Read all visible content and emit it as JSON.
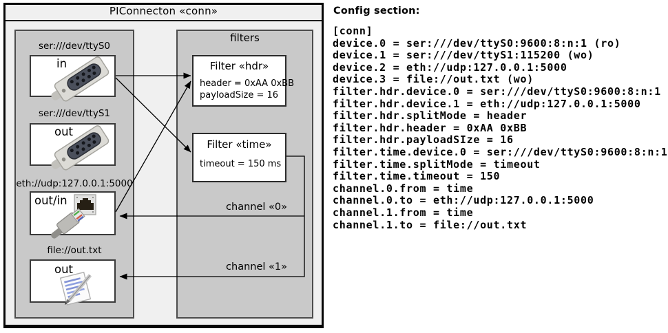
{
  "diagram": {
    "title": "PIConnecton «conn»",
    "filters_label": "filters",
    "devices": [
      {
        "label": "ser:///dev/ttyS0",
        "direction": "in",
        "icon": "serial-port-icon"
      },
      {
        "label": "ser:///dev/ttyS1",
        "direction": "out",
        "icon": "serial-port-icon"
      },
      {
        "label": "eth://udp:127.0.0.1:5000",
        "direction": "out/in",
        "icon": "ethernet-icon"
      },
      {
        "label": "file://out.txt",
        "direction": "out",
        "icon": "text-file-icon"
      }
    ],
    "filters": [
      {
        "title": "Filter «hdr»",
        "attrs": [
          "header = 0xAA 0xBB",
          "payloadSize = 16"
        ]
      },
      {
        "title": "Filter «time»",
        "attrs": [
          "timeout = 150 ms"
        ]
      }
    ],
    "channels": [
      {
        "label": "channel «0»"
      },
      {
        "label": "channel «1»"
      }
    ]
  },
  "config": {
    "title": "Config section:",
    "lines": [
      "[conn]",
      "device.0 = ser:///dev/ttyS0:9600:8:n:1 (ro)",
      "device.1 = ser:///dev/ttyS1:115200 (wo)",
      "device.2 = eth://udp:127.0.0.1:5000",
      "device.3 = file://out.txt (wo)",
      "filter.hdr.device.0 = ser:///dev/ttyS0:9600:8:n:1",
      "filter.hdr.device.1 = eth://udp:127.0.0.1:5000",
      "filter.hdr.splitMode = header",
      "filter.hdr.header = 0xAA 0xBB",
      "filter.hdr.payloadSIze = 16",
      "filter.time.device.0 = ser:///dev/ttyS0:9600:8:n:1",
      "filter.time.splitMode = timeout",
      "filter.time.timeout = 150",
      "channel.0.from = time",
      "channel.0.to = eth://udp:127.0.0.1:5000",
      "channel.1.from = time",
      "channel.1.to = file://out.txt"
    ]
  },
  "colors": {
    "frame_fill": "#f0f0f0",
    "panel_fill": "#c9c9c9",
    "box_fill": "#ffffff",
    "wire": "#000000"
  }
}
